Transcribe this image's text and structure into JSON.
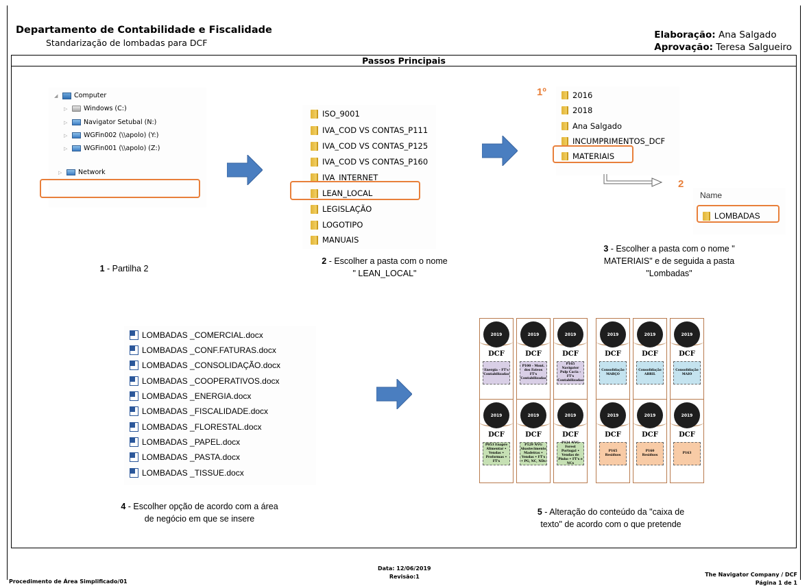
{
  "header": {
    "dept": "Departamento de Contabilidade e Fiscalidade",
    "subtitle": "Standarização de lombadas para DCF",
    "elab_label": "Elaboração:",
    "elab_name": "Ana Salgado",
    "aprov_label": "Aprovação:",
    "aprov_name": "Teresa Salgueiro"
  },
  "steps_title": "Passos Principais",
  "tree": {
    "items": [
      "Computer",
      "Windows (C:)",
      "Navigator Setubal (N:)",
      "WGFin002 (\\\\apolo) (Y:)",
      "WGFin001 (\\\\apolo) (Z:)",
      "Network"
    ]
  },
  "folders2": [
    "ISO_9001",
    "IVA_COD VS CONTAS_P111",
    "IVA_COD VS CONTAS_P125",
    "IVA_COD VS CONTAS_P160",
    "IVA_INTERNET",
    "LEAN_LOCAL",
    "LEGISLAÇÃO",
    "LOGOTIPO",
    "MANUAIS"
  ],
  "folders3": [
    "2016",
    "2018",
    "Ana Salgado",
    "INCUMPRIMENTOS_DCF",
    "MATERIAIS"
  ],
  "step3_first_marker": "1º",
  "step3_second_marker": "2",
  "name_header": "Name",
  "lombadas_folder": "LOMBADAS",
  "captions": {
    "c1_num": "1",
    "c1_text": " - Partilha 2",
    "c2_num": "2",
    "c2_text_a": " - Escolher a pasta com o nome",
    "c2_text_b": "\" LEAN_LOCAL\"",
    "c3_num": "3",
    "c3_text_a": " - Escolher a pasta com o nome \"",
    "c3_text_b": "MATERIAIS\" e de seguida a pasta",
    "c3_text_c": "\"Lombadas\"",
    "c4_num": "4",
    "c4_text_a": " - Escolher opção de acordo com a área",
    "c4_text_b": "de negócio em que se insere",
    "c5_num": "5",
    "c5_text_a": " - Alteração do conteúdo da \"caixa de",
    "c5_text_b": "texto\" de acordo com o que pretende"
  },
  "files": [
    "LOMBADAS _COMERCIAL.docx",
    "LOMBADAS _CONF.FATURAS.docx",
    "LOMBADAS _CONSOLIDAÇÃO.docx",
    "LOMBADAS _COOPERATIVOS.docx",
    "LOMBADAS _ENERGIA.docx",
    "LOMBADAS _FISCALIDADE.docx",
    "LOMBADAS _FLORESTAL.docx",
    "LOMBADAS _PAPEL.docx",
    "LOMBADAS _PASTA.docx",
    "LOMBADAS _TISSUE.docx"
  ],
  "spines": {
    "year": "2019",
    "dcf": "DCF",
    "row1": [
      {
        "text": "Energia – FT's Contabilizadas",
        "color": "#d9cfe6"
      },
      {
        "text": "P100 - Mont. dos Fateos FT's Contabilizadas",
        "color": "#d9cfe6"
      },
      {
        "text": "P165 Navigator Pulp Cacia - FT's Contabilizadas",
        "color": "#d9cfe6"
      },
      {
        "text": "Consolidação MARÇO",
        "color": "#c4e3ef"
      },
      {
        "text": "Consolidação ABRIL",
        "color": "#c4e3ef"
      },
      {
        "text": "Consolidação MAIO",
        "color": "#c4e3ef"
      }
    ],
    "row2": [
      {
        "text": "P053 Enapre Alimentar • Vendas • Proformas • FT's",
        "color": "#c6e0b4"
      },
      {
        "text": "P129 NVG Abastecimento Madeiras • Vendas • FT's • PG, NC, NDs",
        "color": "#c6e0b4"
      },
      {
        "text": "P121 NVG Forest Portugal • Vendas de Pinho • FT's e NCs",
        "color": "#c6e0b4"
      },
      {
        "text": "P165 Resíduos",
        "color": "#f8cba6"
      },
      {
        "text": "P160 Resíduos",
        "color": "#f8cba6"
      },
      {
        "text": "P163",
        "color": "#f8cba6"
      }
    ]
  },
  "footer": {
    "left": "Procedimento de Área Simplificado/01",
    "date": "Data: 12/06/2019",
    "rev": "Revisão:1",
    "company": "The Navigator Company / DCF",
    "page": "Página 1 de 1"
  },
  "colors": {
    "accent": "#e87f3a",
    "arrow": "#4a7ec0"
  }
}
